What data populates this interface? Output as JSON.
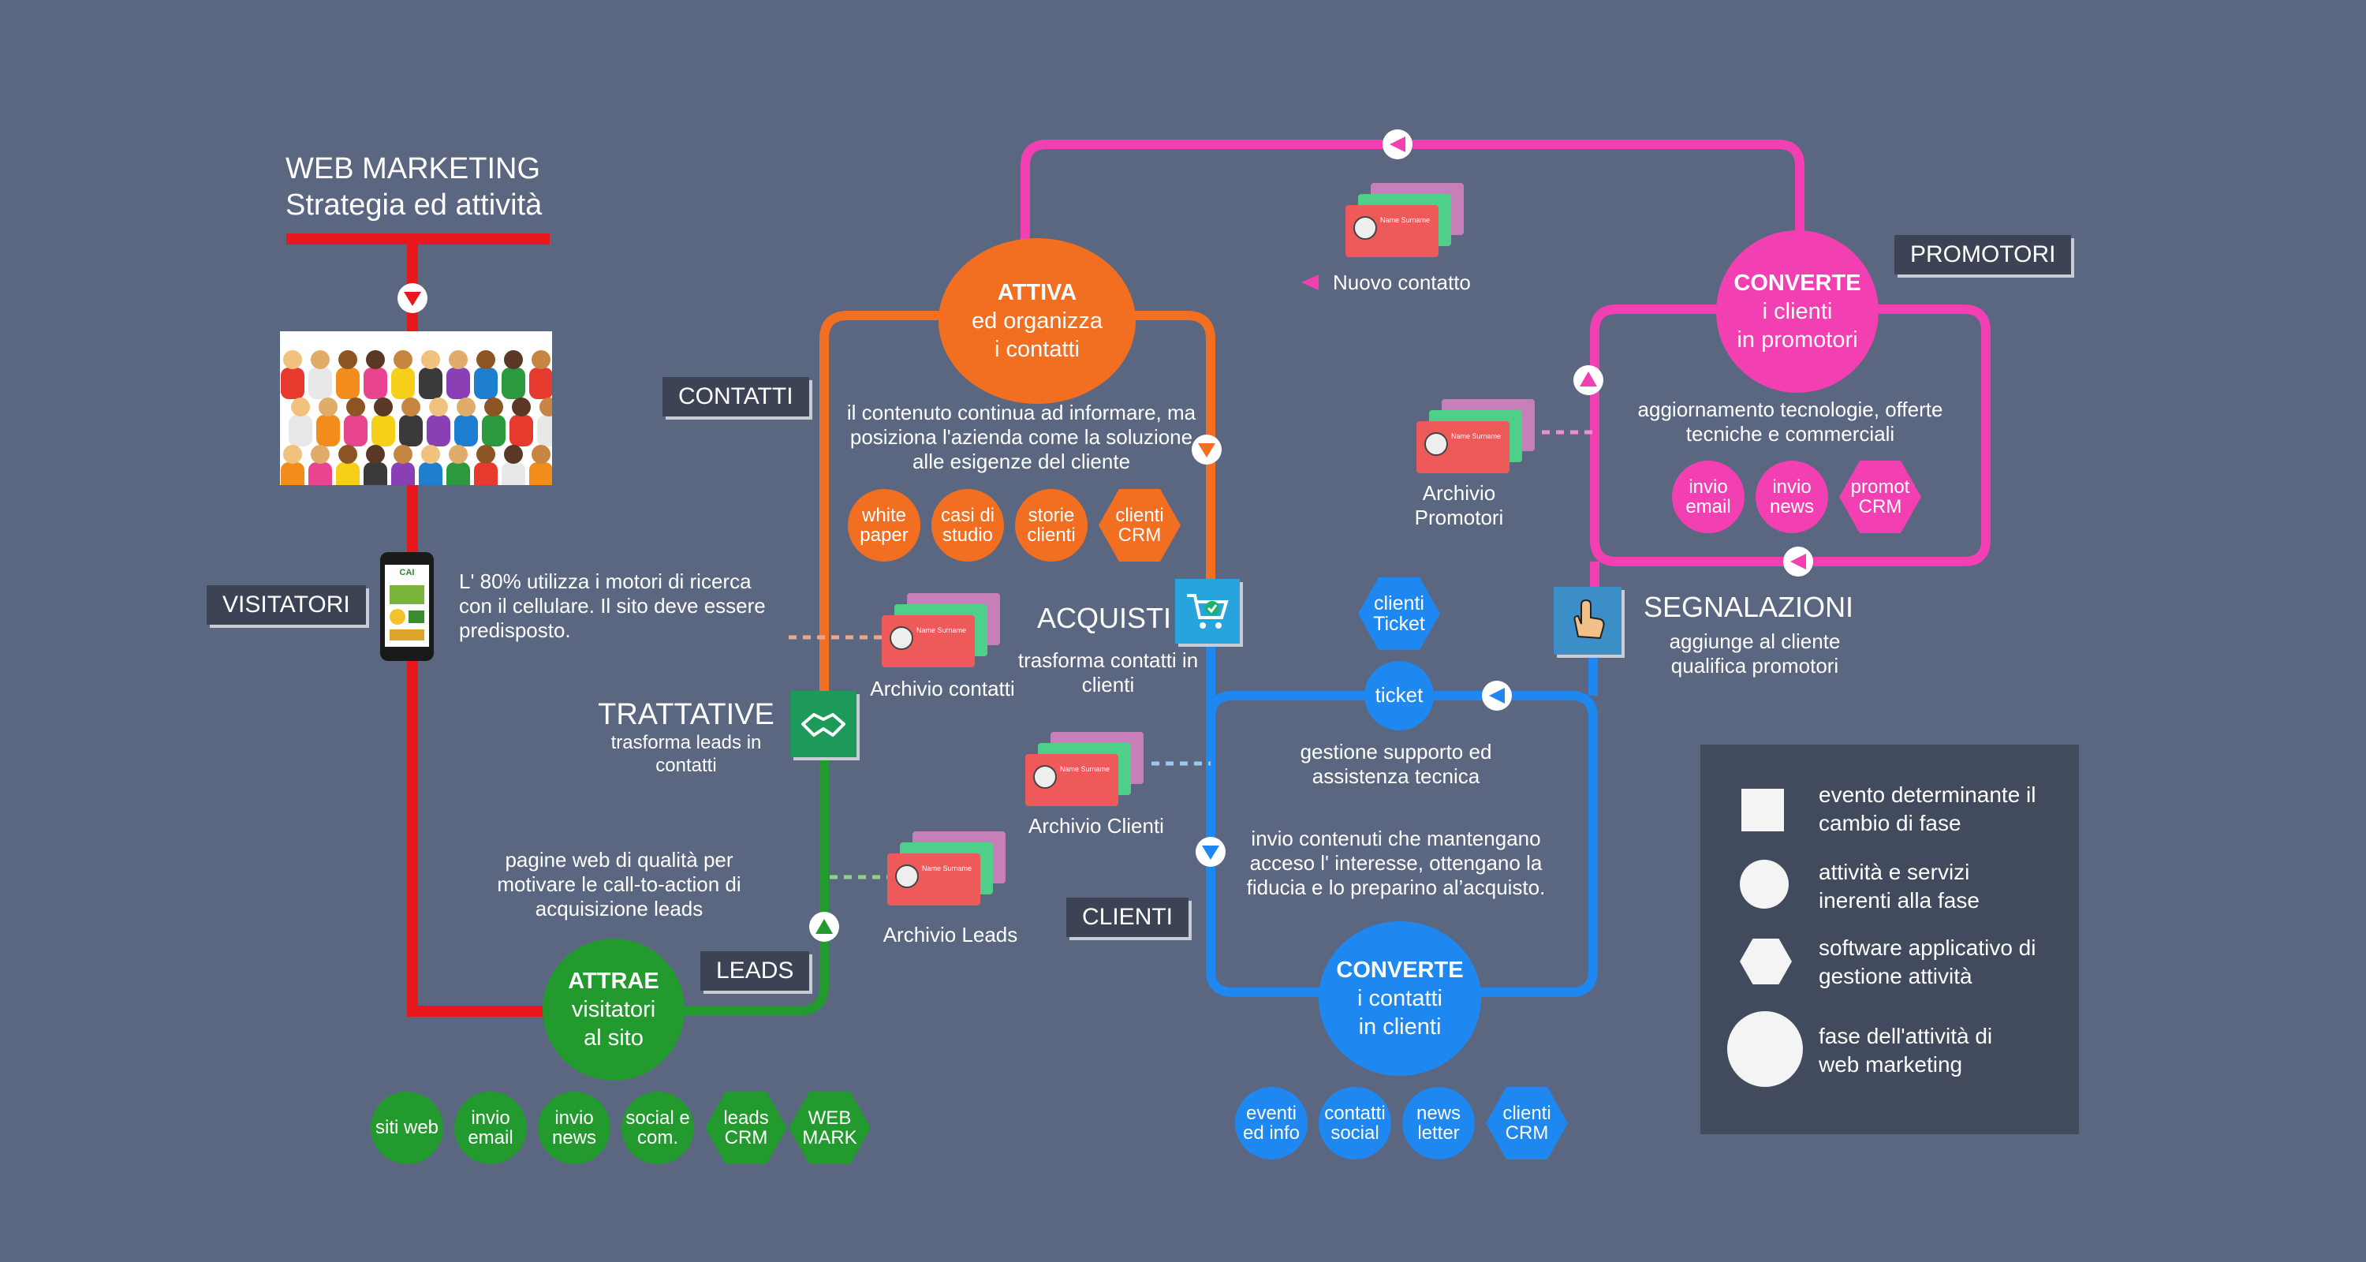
{
  "header": {
    "title": "WEB MARKETING",
    "subtitle": "Strategia ed attività"
  },
  "tags": {
    "visitatori": "VISITATORI",
    "contatti": "CONTATTI",
    "leads": "LEADS",
    "clienti": "CLIENTI",
    "promotori": "PROMOTORI"
  },
  "phases": {
    "attrae": {
      "title": "ATTRAE",
      "line1": "visitatori",
      "line2": "al sito"
    },
    "attiva": {
      "title": "ATTIVA",
      "line1": "ed organizza",
      "line2": "i contatti"
    },
    "converte_clienti": {
      "title": "CONVERTE",
      "line1": "i contatti",
      "line2": "in clienti"
    },
    "converte_promotori": {
      "title": "CONVERTE",
      "line1": "i clienti",
      "line2": "in promotori"
    }
  },
  "texts": {
    "mobile": "L' 80% utilizza i motori di ricerca con il cellulare. Il sito deve essere predisposto.",
    "pagine": "pagine web di qualità per motivare le call-to-action di acquisizione leads",
    "contenuto": "il contenuto continua ad informare, ma posiziona l'azienda come la soluzione alle esigenze del cliente",
    "trattative_title": "TRATTATIVE",
    "trattative_sub": "trasforma leads in contatti",
    "acquisti_title": "ACQUISTI",
    "acquisti_sub": "trasforma contatti in clienti",
    "gestione": "gestione supporto ed assistenza tecnica",
    "invio": "invio contenuti che mantengano acceso l' interesse, ottengano la fiducia e  lo preparino al’acquisto.",
    "segnalazioni_title": "SEGNALAZIONI",
    "segnalazioni_sub": "aggiunge al cliente qualifica promotori",
    "aggiornamento": "aggiornamento tecnologie, offerte tecniche e commerciali",
    "nuovo_contatto": "Nuovo contatto",
    "ticket": "ticket",
    "app_name": "CAI"
  },
  "archives": {
    "contatti": "Archivio contatti",
    "clienti": "Archivio Clienti",
    "leads": "Archivio Leads",
    "promotori": "Archivio Promotori",
    "card_name": "Name Surname"
  },
  "green_items": [
    {
      "label": "siti web",
      "shape": "circle"
    },
    {
      "label": "invio email",
      "shape": "circle"
    },
    {
      "label": "invio news",
      "shape": "circle"
    },
    {
      "label": "social e com.",
      "shape": "circle"
    },
    {
      "label": "leads CRM",
      "shape": "hex"
    },
    {
      "label": "WEB MARK",
      "shape": "hex"
    }
  ],
  "orange_items": [
    {
      "label": "white paper",
      "shape": "circle"
    },
    {
      "label": "casi di studio",
      "shape": "circle"
    },
    {
      "label": "storie clienti",
      "shape": "circle"
    },
    {
      "label": "clienti CRM",
      "shape": "hex"
    }
  ],
  "blue_items": [
    {
      "label": "eventi ed info",
      "shape": "circle"
    },
    {
      "label": "contatti social",
      "shape": "circle"
    },
    {
      "label": "news letter",
      "shape": "circle"
    },
    {
      "label": "clienti CRM",
      "shape": "hex"
    }
  ],
  "pink_items": [
    {
      "label": "invio email",
      "shape": "circle"
    },
    {
      "label": "invio news",
      "shape": "circle"
    },
    {
      "label": "promot CRM",
      "shape": "hex"
    }
  ],
  "ticket_hex": "clienti Ticket",
  "legend": [
    {
      "shape": "square",
      "text": "evento determinante il cambio di fase"
    },
    {
      "shape": "circle",
      "text": "attività e servizi inerenti alla fase"
    },
    {
      "shape": "hex",
      "text": "software applicativo di gestione attività"
    },
    {
      "shape": "big-circle",
      "text": "fase dell'attività di web marketing"
    }
  ],
  "colors": {
    "red": "#e8171b",
    "green": "#239a2e",
    "orange": "#f26f21",
    "blue": "#1e88f0",
    "pink": "#f23fb1",
    "bg": "#5b6680"
  },
  "icons": [
    "crowd-icon",
    "smartphone-icon",
    "handshake-icon",
    "shopping-cart-icon",
    "pointing-hand-icon",
    "arrow-marker-icon"
  ]
}
